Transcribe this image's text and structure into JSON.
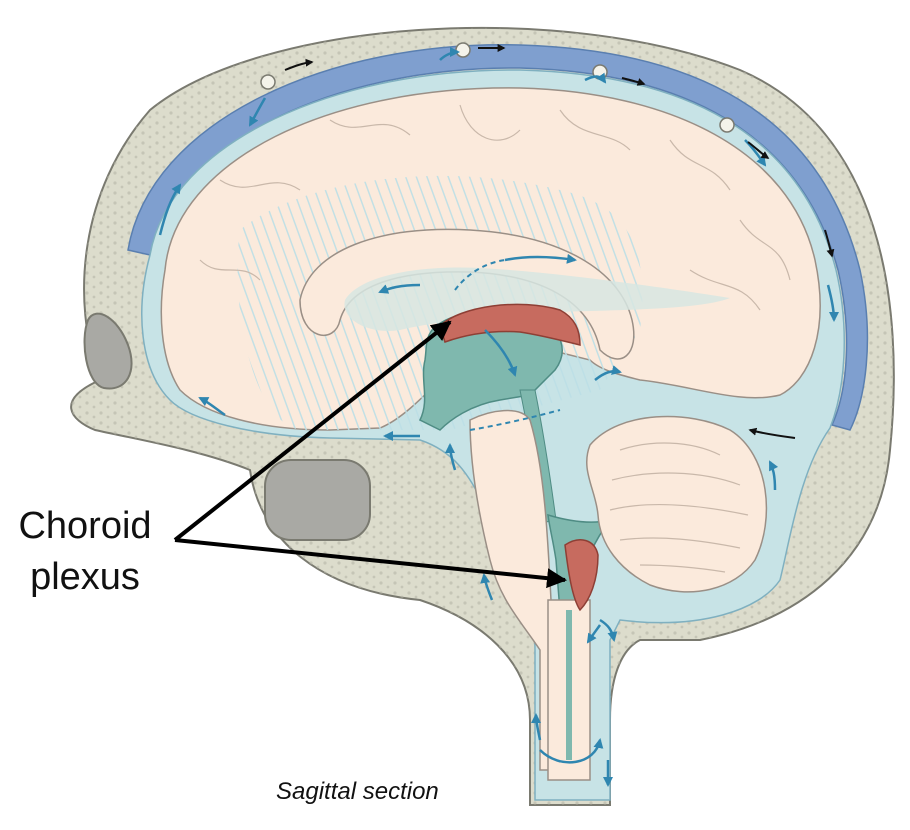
{
  "labels": {
    "choroid_line1": "Choroid",
    "choroid_line2": "plexus",
    "caption": "Sagittal section"
  },
  "colors": {
    "skull": "#dcdccc",
    "skull_outline": "#7a7a70",
    "venous_sinus": "#7f9fcf",
    "csf_space": "#c7e3e6",
    "brain": "#fbeadc",
    "ventricle": "#7fb8ae",
    "choroid_plexus": "#c76b5f",
    "sinus_cavity": "#a9a9a4",
    "flow_arrow": "#2f86b0",
    "pointer": "#000000"
  }
}
